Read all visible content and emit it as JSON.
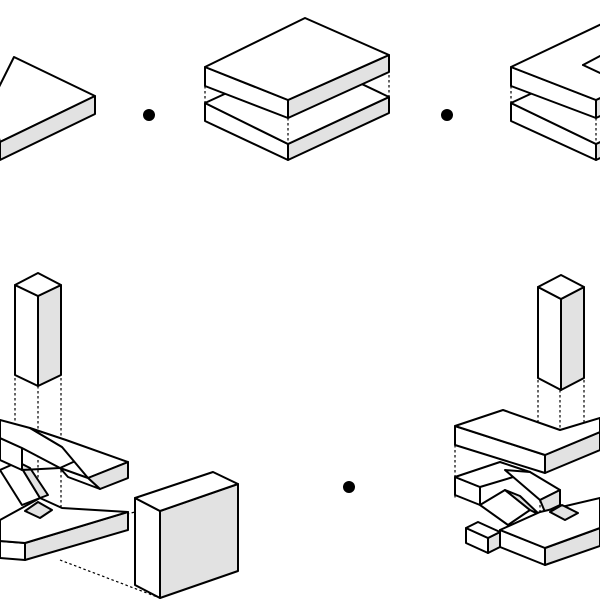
{
  "colors": {
    "face_top": "#ffffff",
    "face_left": "#ffffff",
    "face_right": "#e2e2e2",
    "stroke": "#000000",
    "dot": "#000000"
  },
  "rows": [
    {
      "items": [
        "single-slab",
        "separator-dot",
        "stacked-slabs",
        "separator-dot",
        "stacked-slabs-with-notch"
      ]
    },
    {
      "items": [
        "pillar-on-interlocked-module-with-cube",
        "separator-dot",
        "pillar-on-interlocked-module"
      ]
    }
  ]
}
